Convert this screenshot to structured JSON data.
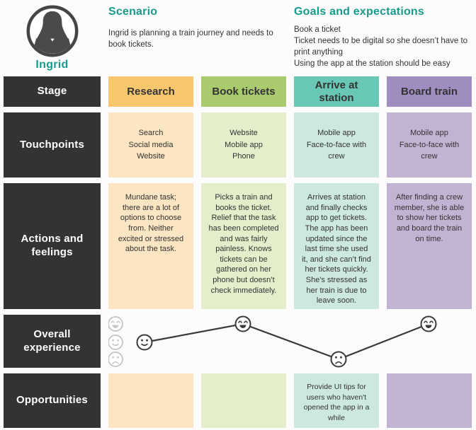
{
  "persona": {
    "name": "Ingrid",
    "avatar_icon": "woman-silhouette"
  },
  "scenario": {
    "heading": "Scenario",
    "description": "Ingrid is planning a train journey and needs to book tickets."
  },
  "goals": {
    "heading": "Goals and expectations",
    "items": [
      "Book a ticket",
      "Ticket needs to be digital so she doesn’t have to print anything",
      "Using the app at the station should be easy"
    ]
  },
  "row_labels": {
    "stage": "Stage",
    "touchpoints": "Touchpoints",
    "actions": "Actions and feelings",
    "experience": "Overall experience",
    "opportunities": "Opportunities"
  },
  "colors": {
    "teal_accent": "#189a8b",
    "label_bg": "#333333",
    "label_text": "#ffffff",
    "body_text": "#333333",
    "chart_line": "#3a3a3a",
    "legend_gray": "#c9c9c9"
  },
  "stages": [
    {
      "name": "Research",
      "header_color": "#f8c76d",
      "body_color": "#fce5c2",
      "touchpoints": [
        "Search",
        "Social media",
        "Website"
      ],
      "actions": "Mundane task; there are a lot of options to choose from. Neither excited or stressed about the task.",
      "opportunity": "",
      "experience": "neutral"
    },
    {
      "name": "Book tickets",
      "header_color": "#a9cb6d",
      "body_color": "#e5eecb",
      "touchpoints": [
        "Website",
        "Mobile app",
        "Phone"
      ],
      "actions": "Picks a train and books the ticket. Relief that the task has been completed and was fairly painless. Knows tickets can be gathered on her phone but doesn’t check immediately.",
      "opportunity": "",
      "experience": "happy"
    },
    {
      "name": "Arrive at station",
      "header_color": "#69c7b5",
      "body_color": "#cde8e1",
      "touchpoints": [
        "Mobile app",
        "Face-to-face with crew"
      ],
      "actions": "Arrives at station and finally checks app to get tickets. The app has been updated since the last time she used it, and she can’t find her tickets quickly. She's stressed as her train is due to leave soon.",
      "opportunity": "Provide UI tips for users who haven't opened the app in a while",
      "experience": "sad"
    },
    {
      "name": "Board train",
      "header_color": "#9e8dbe",
      "body_color": "#c3b3d2",
      "touchpoints": [
        "Mobile app",
        "Face-to-face with crew"
      ],
      "actions": "After finding a crew member, she is able to show her tickets and board the train on time.",
      "opportunity": "",
      "experience": "happy"
    }
  ],
  "experience_chart": {
    "type": "line",
    "categories": [
      "Research",
      "Book tickets",
      "Arrive at station",
      "Board train"
    ],
    "values": [
      "neutral",
      "happy",
      "sad",
      "happy"
    ],
    "legend_scale": [
      "happy",
      "neutral",
      "sad"
    ]
  }
}
